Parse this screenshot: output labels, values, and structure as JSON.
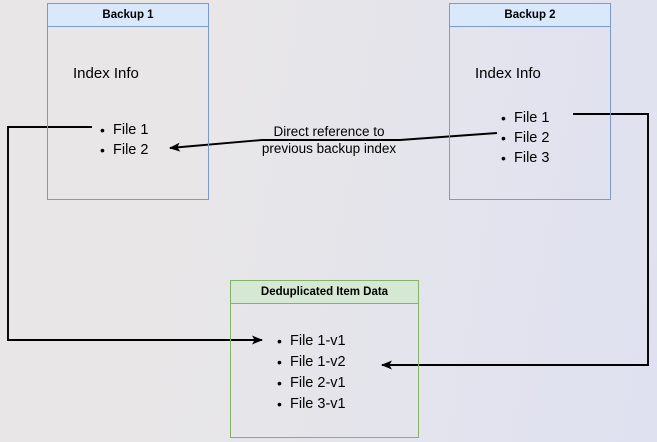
{
  "diagram": {
    "title_hidden": "",
    "background": {
      "gradient_from": "#e8e6e6",
      "gradient_to": "#dfe1f1"
    },
    "colors": {
      "blue_border": "#7b9bca",
      "blue_header_fill": "#dae8fc",
      "green_border": "#82b366",
      "green_header_fill": "#d5e8d4",
      "arrow": "#000000"
    },
    "boxes": [
      {
        "id": "backup1",
        "title": "Backup 1",
        "index_label": "Index Info",
        "items": [
          "File 1",
          "File 2"
        ]
      },
      {
        "id": "backup2",
        "title": "Backup 2",
        "index_label": "Index Info",
        "items": [
          "File 1",
          "File 2",
          "File 3"
        ]
      },
      {
        "id": "dedup",
        "title": "Deduplicated Item Data",
        "items": [
          "File 1-v1",
          "File 1-v2",
          "File 2-v1",
          "File 3-v1"
        ]
      }
    ],
    "annotations": [
      {
        "id": "direct-reference",
        "text": "Direct reference to\nprevious backup index"
      }
    ]
  }
}
